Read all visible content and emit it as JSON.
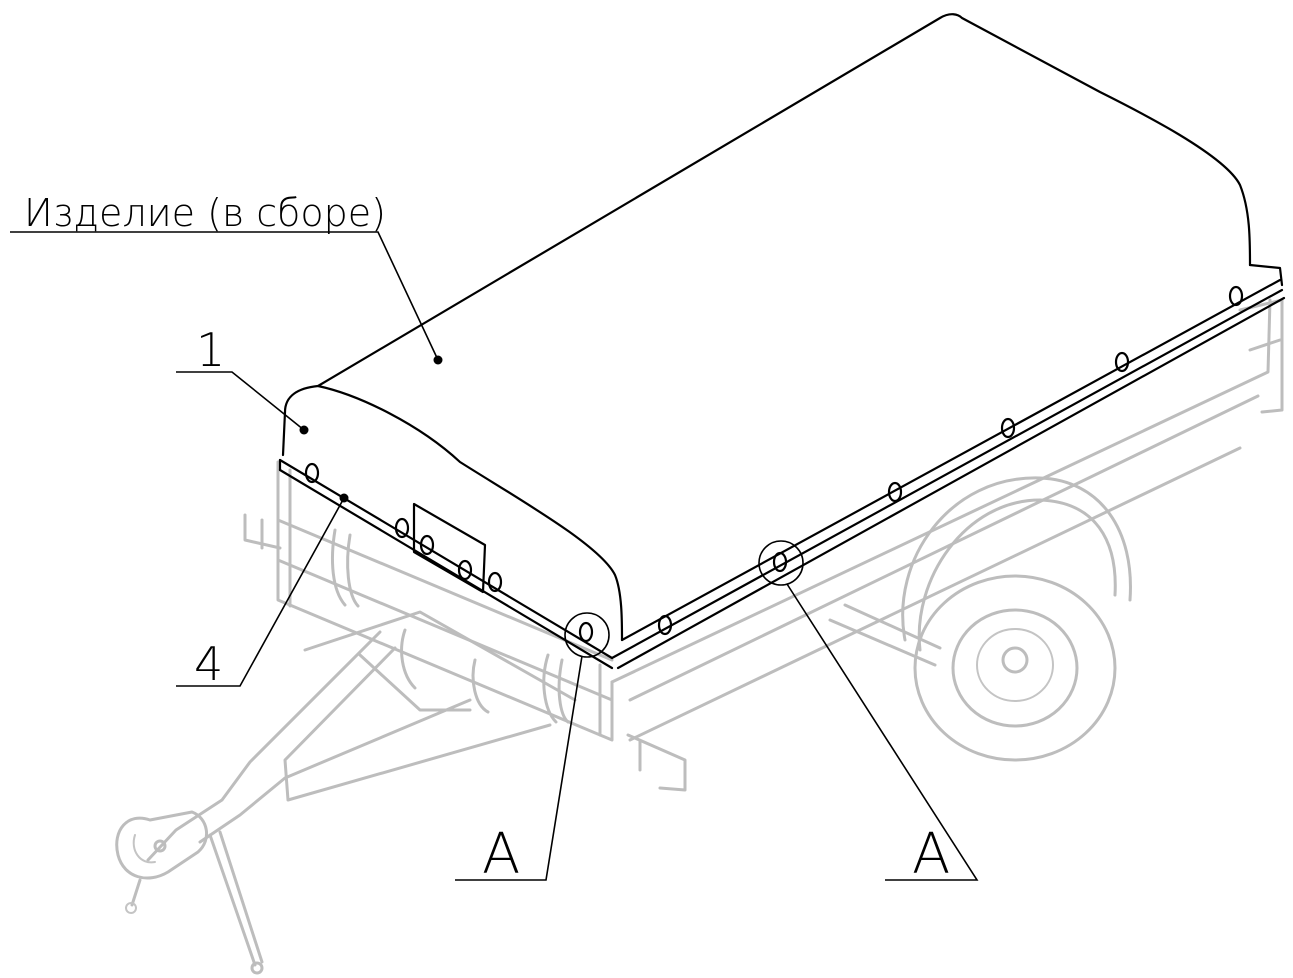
{
  "callouts": {
    "assembly": "Изделие (в сборе)",
    "item_1": "1",
    "item_4": "4",
    "view_a_left": "А",
    "view_a_right": "А"
  },
  "colors": {
    "ink": "#000000",
    "ghost": "#bdbdbd",
    "background": "#ffffff"
  }
}
